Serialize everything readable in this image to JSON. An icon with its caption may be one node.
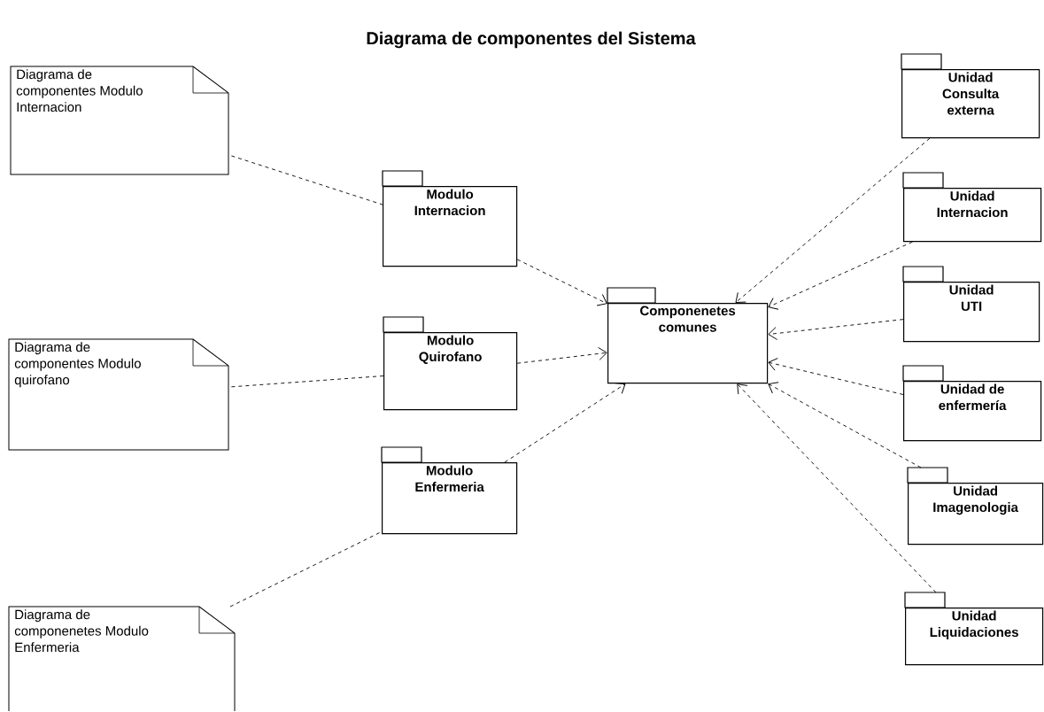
{
  "diagram": {
    "title": "Diagrama de componentes  del Sistema",
    "nodes": [
      {
        "text": [
          "Diagrama de componentes Modulo Internacion"
        ]
      },
      {
        "text": [
          "Modulo Internacion"
        ]
      },
      {
        "text": [
          "Componenetes comunes"
        ]
      },
      {
        "text": [
          "Diagrama de componentes Modulo quirofano"
        ]
      },
      {
        "text": [
          "Modulo Quirofano"
        ]
      },
      {
        "text": [
          "Modulo Enfermeria"
        ]
      },
      {
        "text": [
          "Diagrama de componenetes Modulo Enfermeria"
        ]
      },
      {
        "text": [
          "Unidad Consulta externa"
        ]
      },
      {
        "text": [
          "Unidad Internacion"
        ]
      },
      {
        "text": [
          "Unidad UTI"
        ]
      },
      {
        "text": [
          "Unidad de enfermería"
        ]
      },
      {
        "text": [
          "Unidad Imagenologia"
        ]
      },
      {
        "text": [
          "Unidad Liquidaciones"
        ]
      }
    ],
    "edges": [
      {
        "from": 0,
        "to": 1,
        "arrow": "none",
        "style": "dashed"
      },
      {
        "from": 1,
        "to": 2,
        "arrow": "to",
        "style": "dashed"
      },
      {
        "from": 3,
        "to": 4,
        "arrow": "none",
        "style": "dashed"
      },
      {
        "from": 4,
        "to": 2,
        "arrow": "to",
        "style": "dashed"
      },
      {
        "from": 5,
        "to": 2,
        "arrow": "to",
        "style": "dashed"
      },
      {
        "from": 6,
        "to": 5,
        "arrow": "none",
        "style": "dashed"
      },
      {
        "from": 7,
        "to": 2,
        "arrow": "to",
        "style": "dashed"
      },
      {
        "from": 8,
        "to": 2,
        "arrow": "to",
        "style": "dashed"
      },
      {
        "from": 9,
        "to": 2,
        "arrow": "to",
        "style": "dashed"
      },
      {
        "from": 10,
        "to": 2,
        "arrow": "to",
        "style": "dashed"
      },
      {
        "from": 11,
        "to": 2,
        "arrow": "to",
        "style": "dashed"
      },
      {
        "from": 12,
        "to": 2,
        "arrow": "to",
        "style": "dashed"
      }
    ]
  }
}
